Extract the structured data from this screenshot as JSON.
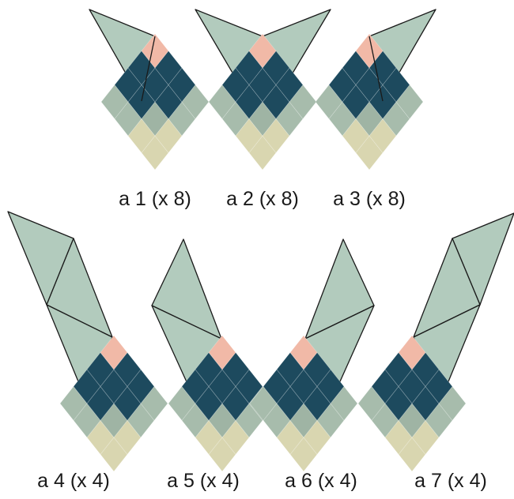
{
  "colors": {
    "sage": "#b2cbbd",
    "navy": "#1d4a5e",
    "peach": "#f1b9a7",
    "sage_dim": "#a7bcac",
    "sage_mid": "#9fb4a4",
    "cream": "#d9d6b0",
    "outline": "#1a1a1a"
  },
  "blocks": [
    {
      "id": "a1",
      "label": "a 1 (x 8)"
    },
    {
      "id": "a2",
      "label": "a 2 (x 8)"
    },
    {
      "id": "a3",
      "label": "a 3 (x 8)"
    },
    {
      "id": "a4",
      "label": "a 4 (x 4)"
    },
    {
      "id": "a5",
      "label": "a 5 (x 4)"
    },
    {
      "id": "a6",
      "label": "a 6 (x 4)"
    },
    {
      "id": "a7",
      "label": "a 7 (x 4)"
    }
  ]
}
